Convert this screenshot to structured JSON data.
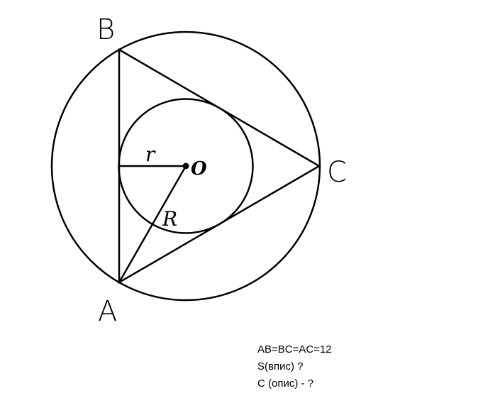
{
  "colors": {
    "stroke": "#000000",
    "background": "#ffffff"
  },
  "labels": {
    "vertex_b": "B",
    "vertex_c": "C",
    "vertex_a": "A",
    "inner_radius": "r",
    "outer_radius": "R",
    "center": "O"
  },
  "problem": {
    "given": "AB=BC=AC=12",
    "question_area": "S(впис) ?",
    "question_circumference": "C (опис) - ?"
  }
}
